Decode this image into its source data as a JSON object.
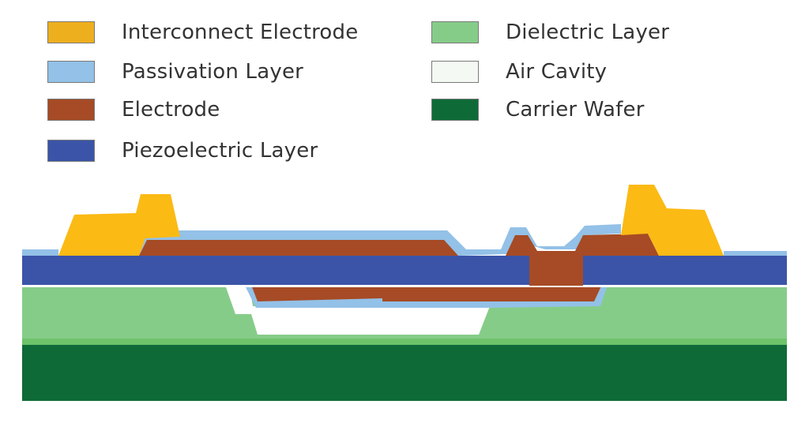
{
  "legend": [
    {
      "id": "interconnect",
      "label": "Interconnect Electrode",
      "color": "#EEAF1E"
    },
    {
      "id": "passivation",
      "label": "Passivation Layer",
      "color": "#93C1E7"
    },
    {
      "id": "electrode",
      "label": "Electrode",
      "color": "#A64B25"
    },
    {
      "id": "piezo",
      "label": "Piezoelectric Layer",
      "color": "#3B54A8"
    },
    {
      "id": "dielectric",
      "label": "Dielectric Layer",
      "color": "#86CC89"
    },
    {
      "id": "aircavity",
      "label": "Air Cavity",
      "color": "#F4FAF3"
    },
    {
      "id": "carrier",
      "label": "Carrier Wafer",
      "color": "#0E6B38"
    }
  ],
  "colors": {
    "interconnect_fill": "#FBBA14",
    "dielectric_top_band": "#6DC36A",
    "cavity_fill": "#FFFFFF"
  }
}
